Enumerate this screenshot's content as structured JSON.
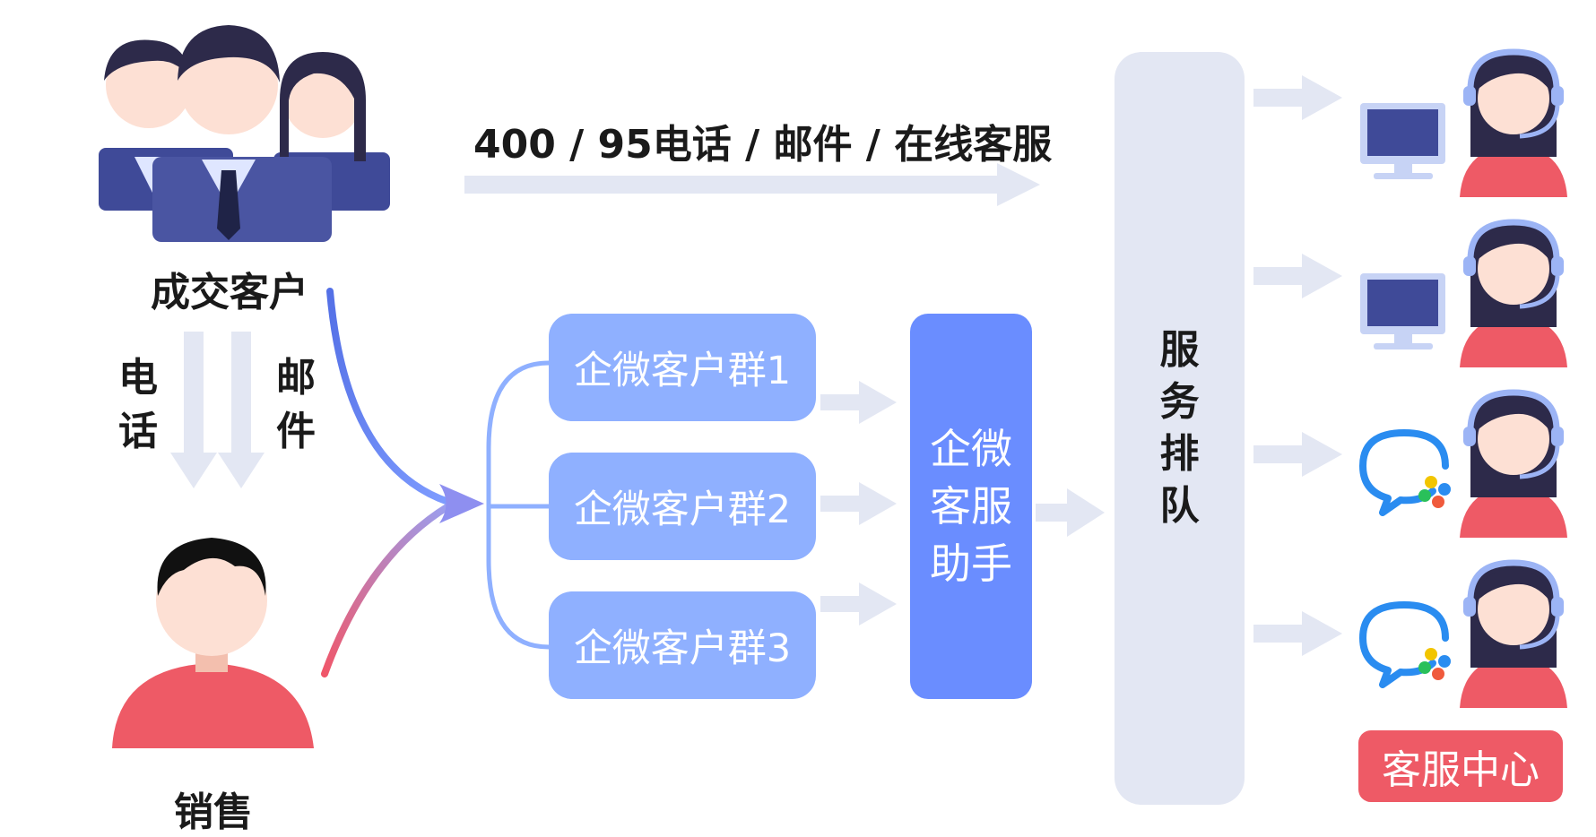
{
  "labels": {
    "customers": "成交客户",
    "channel_top": "400 / 95电话 / 邮件 / 在线客服",
    "phone_1": "电",
    "phone_2": "话",
    "mail_1": "邮",
    "mail_2": "件",
    "sales": "销售"
  },
  "groups": [
    {
      "label": "企微客户群1"
    },
    {
      "label": "企微客户群2"
    },
    {
      "label": "企微客户群3"
    }
  ],
  "assistant": {
    "line1": "企微",
    "line2": "客服",
    "line3": "助手"
  },
  "queue": {
    "c1": "服",
    "c2": "务",
    "c3": "排",
    "c4": "队"
  },
  "service_center": {
    "label": "客服中心"
  },
  "agents": [
    {
      "channel": "monitor-icon"
    },
    {
      "channel": "monitor-icon"
    },
    {
      "channel": "wecom-icon"
    },
    {
      "channel": "wecom-icon"
    }
  ],
  "colors": {
    "customer_suit": "#4a55a2",
    "group_box": "#8fb0ff",
    "assistant_box": "#6a8dff",
    "queue_box": "#e3e7f3",
    "arrow_light": "#e3e7f3",
    "service_red": "#ee5a66",
    "curve_blue": "#5b7cf0",
    "curve_red": "#f0576a"
  }
}
